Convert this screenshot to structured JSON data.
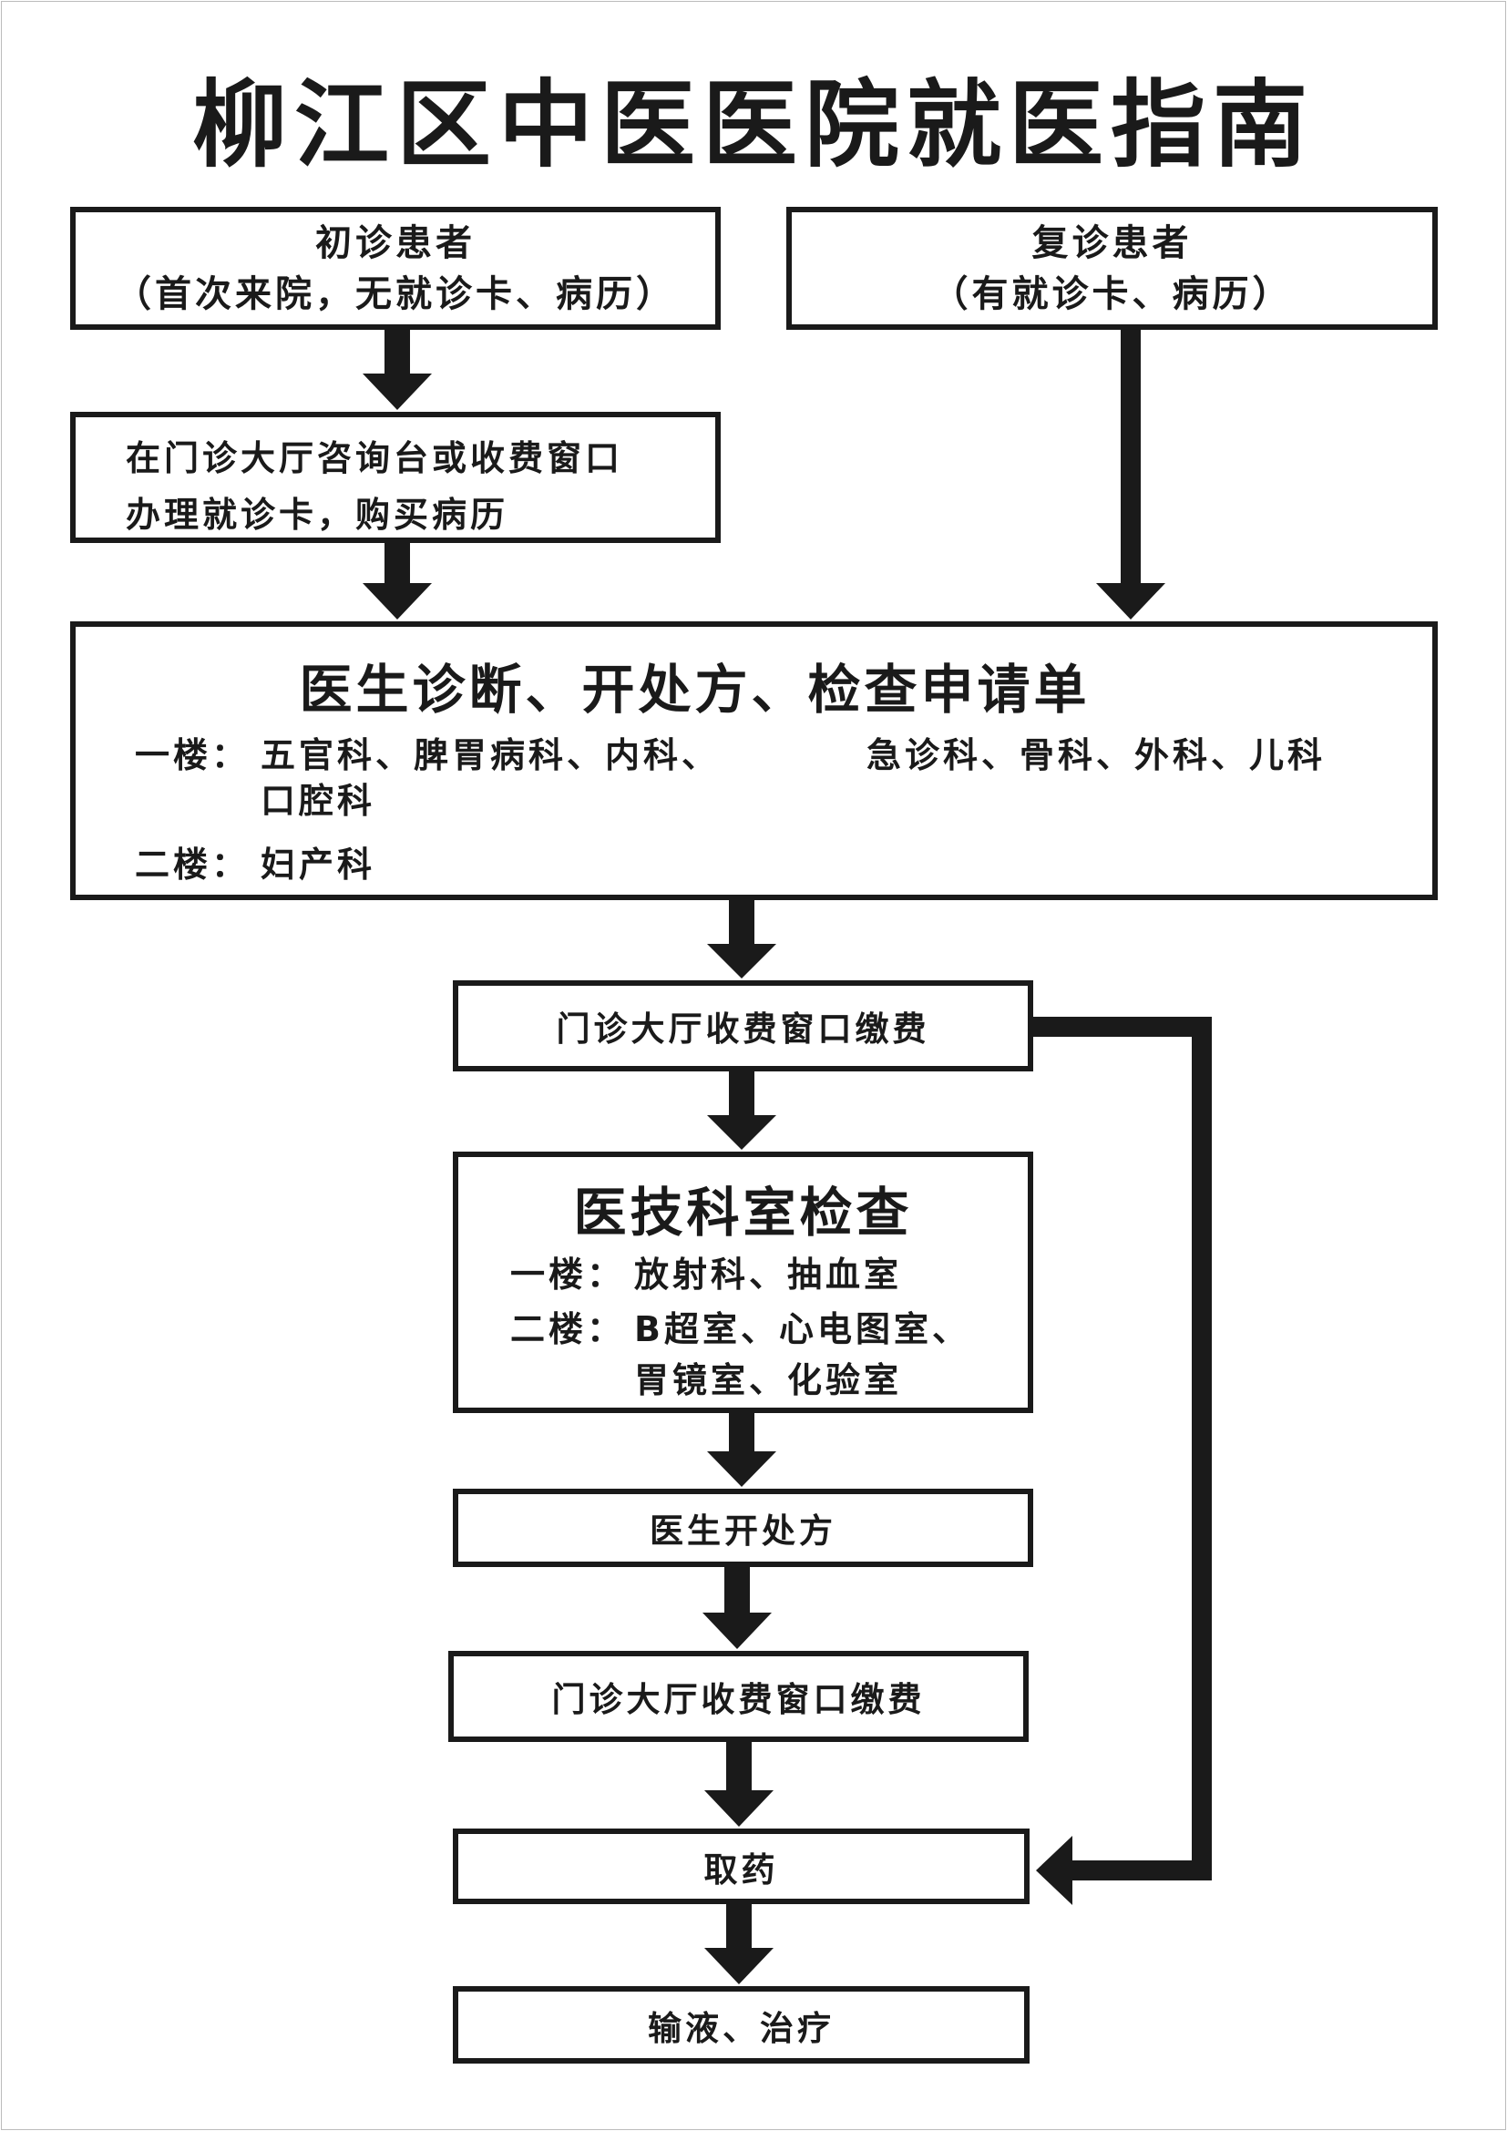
{
  "title": "柳江区中医医院就医指南",
  "first_visit": {
    "title": "初诊患者",
    "subtitle": "（首次来院，无就诊卡、病历）"
  },
  "return_visit": {
    "title": "复诊患者",
    "subtitle": "（有就诊卡、病历）"
  },
  "register": {
    "line1": "在门诊大厅咨询台或收费窗口",
    "line2": "办理就诊卡，购买病历"
  },
  "diagnosis": {
    "title": "医生诊断、开处方、检查申请单",
    "floor1_label": "一楼：",
    "floor1_depts_a": "五官科、脾胃病科、内科、",
    "floor1_depts_b": "急诊科、骨科、外科、儿科",
    "floor1_depts_c": "口腔科",
    "floor2_label": "二楼：",
    "floor2_depts": "妇产科"
  },
  "payment1": "门诊大厅收费窗口缴费",
  "exam": {
    "title": "医技科室检查",
    "floor1_label": "一楼：",
    "floor1_depts": "放射科、抽血室",
    "floor2_label": "二楼：",
    "floor2_depts_a": "B超室、心电图室、",
    "floor2_depts_b": "胃镜室、化验室"
  },
  "prescribe": "医生开处方",
  "payment2": "门诊大厅收费窗口缴费",
  "pharmacy": "取药",
  "treatment": "输液、治疗",
  "colors": {
    "ink": "#1a1a1a",
    "background": "#ffffff"
  }
}
